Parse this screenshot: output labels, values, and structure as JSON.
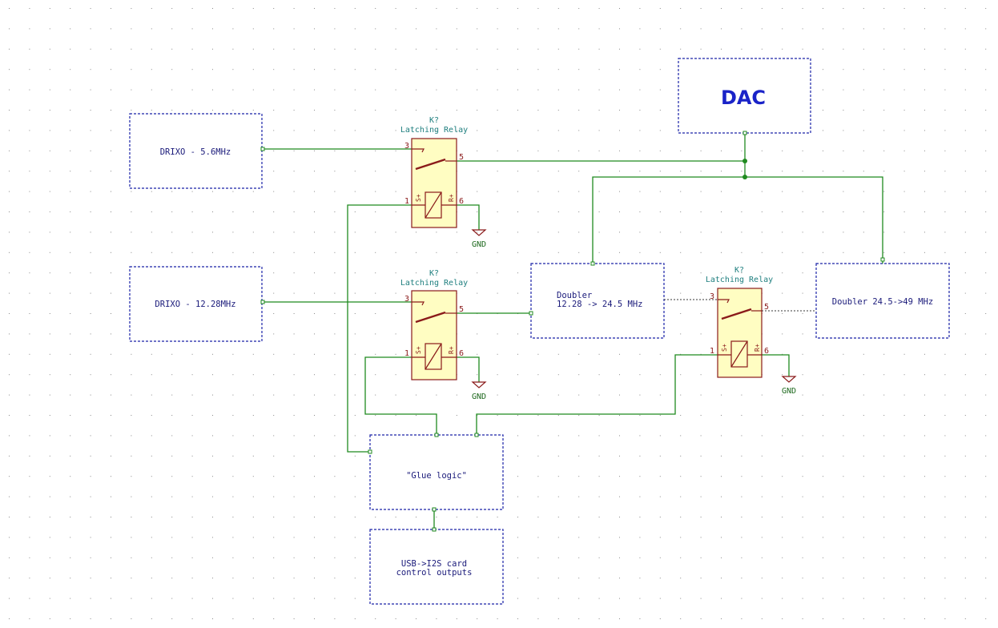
{
  "sheets": {
    "drixo_56": "DRIXO - 5.6MHz",
    "drixo_1228": "DRIXO - 12.28MHz",
    "dac": "DAC",
    "doubler_1_line1": "Doubler",
    "doubler_1_line2": "12.28 -> 24.5 MHz",
    "doubler_2": "Doubler 24.5->49 MHz",
    "glue_logic": "\"Glue logic\"",
    "usb_line1": "USB->I2S card",
    "usb_line2": "control outputs"
  },
  "relays": [
    {
      "ref": "K?",
      "value": "Latching Relay",
      "pins": {
        "p3": "3",
        "p5": "5",
        "p1": "1",
        "p6": "6"
      },
      "set": "S+",
      "reset": "R+",
      "gnd": "GND"
    },
    {
      "ref": "K?",
      "value": "Latching Relay",
      "pins": {
        "p3": "3",
        "p5": "5",
        "p1": "1",
        "p6": "6"
      },
      "set": "S+",
      "reset": "R+",
      "gnd": "GND"
    },
    {
      "ref": "K?",
      "value": "Latching Relay",
      "pins": {
        "p3": "3",
        "p5": "5",
        "p1": "1",
        "p6": "6"
      },
      "set": "S+",
      "reset": "R+",
      "gnd": "GND"
    }
  ],
  "colors": {
    "wire": "#1f8a1f",
    "sheet_border": "#1a23a8",
    "relay_body": "#fffdc2",
    "relay_outline": "#8a1a1a",
    "ref_text": "#1f7f7f"
  }
}
